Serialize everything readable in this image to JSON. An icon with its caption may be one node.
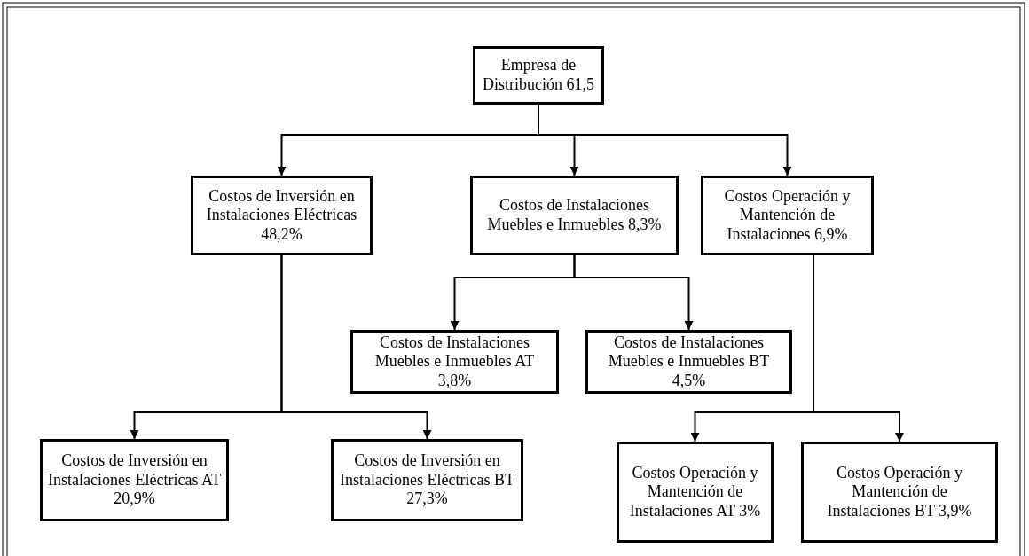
{
  "diagram": {
    "nodes": [
      {
        "text": [
          "Empresa de Distribución 61,5"
        ]
      },
      {
        "text": [
          "Costos de Inversión en Instalaciones Eléctricas 48,2%"
        ]
      },
      {
        "text": [
          "Costos de Instalaciones Muebles e Inmuebles 8,3%"
        ]
      },
      {
        "text": [
          "Costos Operación y Mantención de Instalaciones 6,9%"
        ]
      },
      {
        "text": [
          "Costos de Instalaciones Muebles e Inmuebles AT 3,8%"
        ]
      },
      {
        "text": [
          "Costos de Instalaciones Muebles e Inmuebles BT 4,5%"
        ]
      },
      {
        "text": [
          "Costos de Inversión en Instalaciones Eléctricas AT 20,9%"
        ]
      },
      {
        "text": [
          "Costos de Inversión en Instalaciones Eléctricas BT 27,3%"
        ]
      },
      {
        "text": [
          "Costos Operación y Mantención de Instalaciones AT 3%"
        ]
      },
      {
        "text": [
          "Costos Operación y Mantención de Instalaciones BT 3,9%"
        ]
      }
    ],
    "edges": [
      {
        "from": 0,
        "to": 1,
        "arrow": "to"
      },
      {
        "from": 0,
        "to": 2,
        "arrow": "to"
      },
      {
        "from": 0,
        "to": 3,
        "arrow": "to"
      },
      {
        "from": 2,
        "to": 4,
        "arrow": "to"
      },
      {
        "from": 2,
        "to": 5,
        "arrow": "to"
      },
      {
        "from": 1,
        "to": 6,
        "arrow": "to"
      },
      {
        "from": 1,
        "to": 7,
        "arrow": "to"
      },
      {
        "from": 3,
        "to": 8,
        "arrow": "to"
      },
      {
        "from": 3,
        "to": 9,
        "arrow": "to"
      }
    ]
  }
}
